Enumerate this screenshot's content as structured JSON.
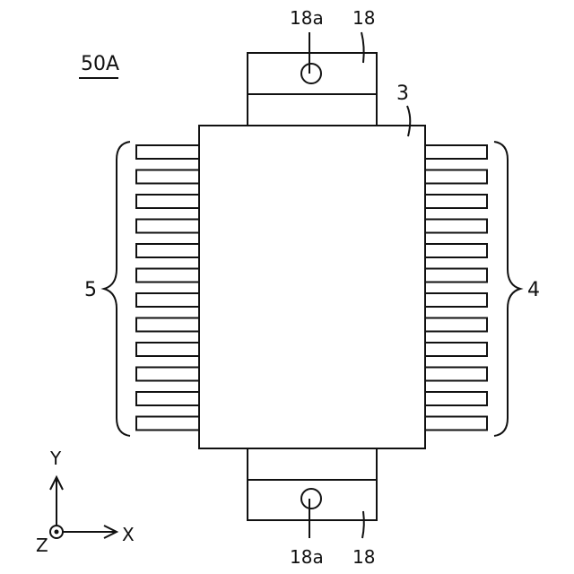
{
  "figure": {
    "device_label": "50A",
    "body_label": "3",
    "bracket_right_label": "4",
    "bracket_left_label": "5",
    "tab_label": "18",
    "hole_label": "18a",
    "pins_per_side": 12
  },
  "axes": {
    "y_label": "Y",
    "x_label": "X",
    "z_label": "Z"
  }
}
